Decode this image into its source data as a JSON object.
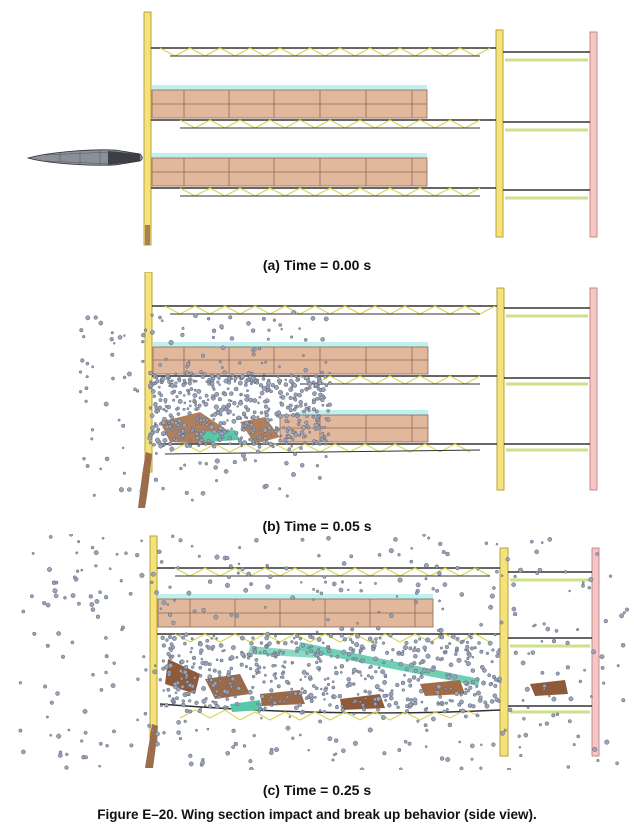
{
  "panels": [
    {
      "caption": "(a) Time = 0.00 s"
    },
    {
      "caption": "(b) Time = 0.05 s"
    },
    {
      "caption": "(c) Time = 0.25 s"
    }
  ],
  "figure_caption": "Figure E–20.  Wing section impact and break up behavior (side view).",
  "colors": {
    "spar": "#f6e27a",
    "spar_edge": "#b7a23c",
    "rear_spar": "#f5c6c6",
    "rear_spar_edge": "#c98a8a",
    "fuel_cell": "#e2b89c",
    "fuel_top": "#bff0ee",
    "debris": "#9aa4b8",
    "projectile": "#8a8f99",
    "fragment": "#8f5a3a",
    "teal_fragment": "#56c7a8"
  }
}
